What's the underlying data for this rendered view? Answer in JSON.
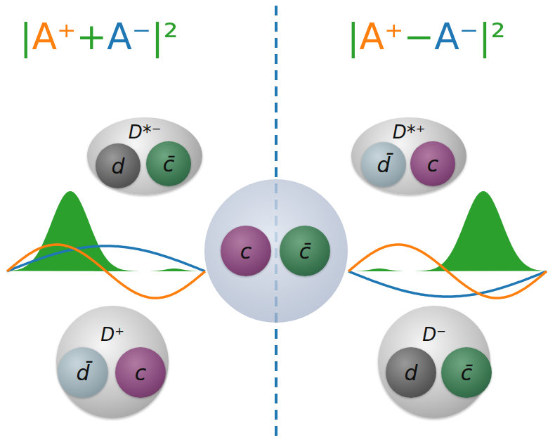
{
  "diagram": {
    "nodes": [
      {
        "text": [
          "D*⁻"
        ]
      },
      {
        "text": [
          "d"
        ],
        "in": 0
      },
      {
        "text": [
          "c̄"
        ],
        "in": 0
      },
      {
        "text": [
          "D*⁺"
        ]
      },
      {
        "text": [
          "d̄"
        ],
        "in": 3
      },
      {
        "text": [
          "c"
        ],
        "in": 3
      },
      {
        "text": [
          "c"
        ]
      },
      {
        "text": [
          "c̄"
        ]
      },
      {
        "text": [
          "D⁺"
        ]
      },
      {
        "text": [
          "d̄"
        ],
        "in": 8
      },
      {
        "text": [
          "c"
        ],
        "in": 8
      },
      {
        "text": [
          "D⁻"
        ]
      },
      {
        "text": [
          "d"
        ],
        "in": 11
      },
      {
        "text": [
          "c̄"
        ],
        "in": 11
      }
    ],
    "labels": [
      "|",
      "A⁺",
      "+",
      "A⁻",
      "|²",
      "|",
      "A⁺",
      "−",
      "A⁻",
      "|²"
    ]
  }
}
